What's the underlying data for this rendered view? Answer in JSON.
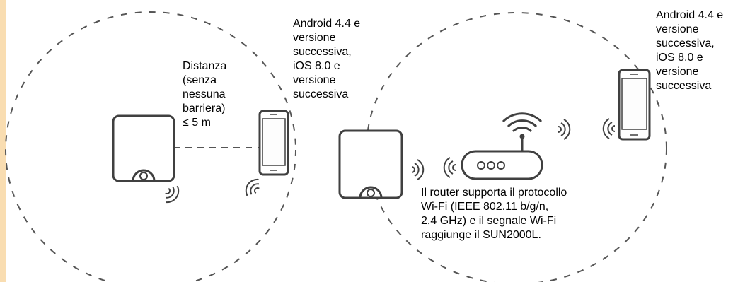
{
  "colors": {
    "accent_strip": "#f9ddb1",
    "stroke": "#404040",
    "dash": "#555555",
    "screen_fill": "#fdfdfd"
  },
  "icons": {
    "inverter": "inverter-icon",
    "phone": "smartphone-icon",
    "router": "router-icon",
    "wifi": "wifi-icon",
    "signal": "signal-waves-icon"
  },
  "labels": {
    "distance": [
      "Distanza",
      "(senza",
      "nessuna",
      "barriera)",
      "≤  5 m"
    ],
    "phone_requirements_1": [
      "Android 4.4 e",
      "versione",
      "successiva,",
      "iOS 8.0 e",
      "versione",
      "successiva"
    ],
    "phone_requirements_2": [
      "Android 4.4 e",
      "versione",
      "successiva,",
      "iOS 8.0 e",
      "versione",
      "successiva"
    ],
    "router_note": [
      "Il router supporta il protocollo",
      "Wi-Fi (IEEE 802.11 b/g/n,",
      "2,4 GHz) e il segnale Wi-Fi",
      "raggiunge il SUN2000L."
    ]
  }
}
